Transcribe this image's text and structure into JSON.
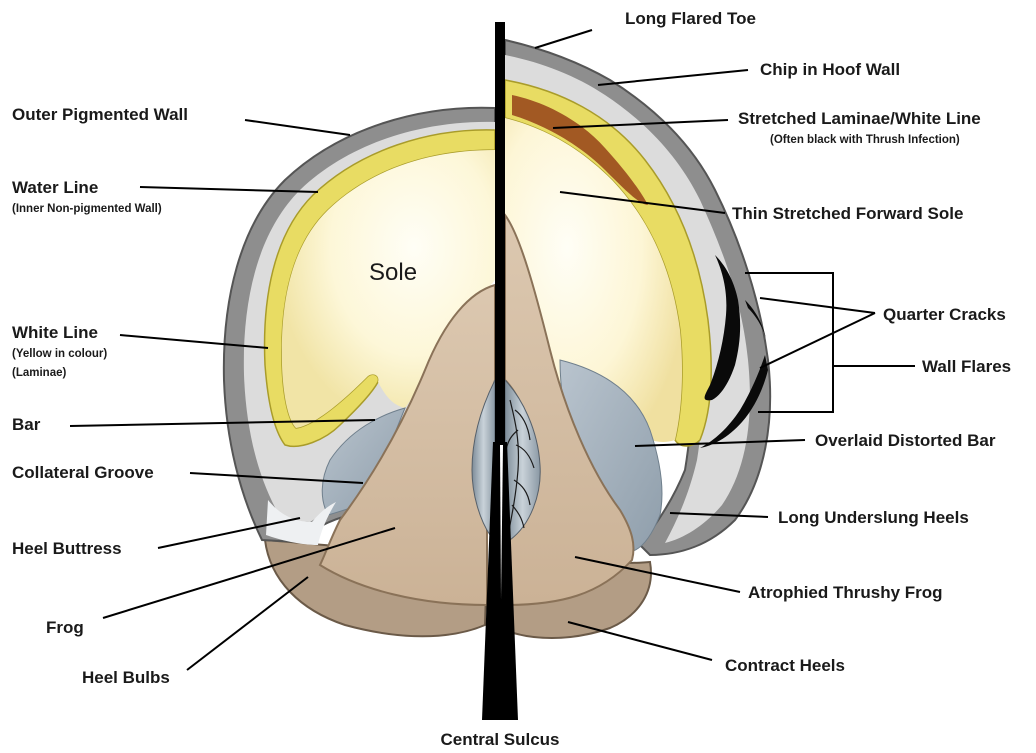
{
  "diagram": {
    "left_side": {
      "outer_pigmented_wall": "Outer Pigmented Wall",
      "water_line": "Water Line",
      "water_line_sub": "(Inner Non-pigmented Wall)",
      "sole": "Sole",
      "white_line": "White Line",
      "white_line_sub1": "(Yellow in colour)",
      "white_line_sub2": "(Laminae)",
      "bar": "Bar",
      "collateral_groove": "Collateral Groove",
      "heel_buttress": "Heel Buttress",
      "frog": "Frog",
      "heel_bulbs": "Heel Bulbs"
    },
    "right_side": {
      "long_flared_toe": "Long Flared Toe",
      "chip_in_hoof_wall": "Chip in Hoof Wall",
      "stretched_laminae": "Stretched Laminae/White Line",
      "stretched_laminae_sub": "(Often black with Thrush Infection)",
      "thin_stretched_sole": "Thin Stretched Forward Sole",
      "quarter_cracks": "Quarter Cracks",
      "wall_flares": "Wall Flares",
      "overlaid_distorted_bar": "Overlaid Distorted Bar",
      "long_underslung_heels": "Long Underslung Heels",
      "atrophied_thrushy_frog": "Atrophied Thrushy Frog",
      "contract_heels": "Contract Heels"
    },
    "bottom": {
      "central_sulcus": "Central Sulcus"
    },
    "colors": {
      "outer_wall": "#8e8e8e",
      "water_line": "#d9d9d9",
      "white_line": "#e8dc63",
      "sole_center": "#fffdf0",
      "sole_edge": "#f4e9b0",
      "frog": "#d5bfa5",
      "heel_bulbs": "#b39d85",
      "bar": "#a7b4c0",
      "laminae_stretched": "#9a4a1c",
      "crack": "#0a0a0a"
    }
  }
}
